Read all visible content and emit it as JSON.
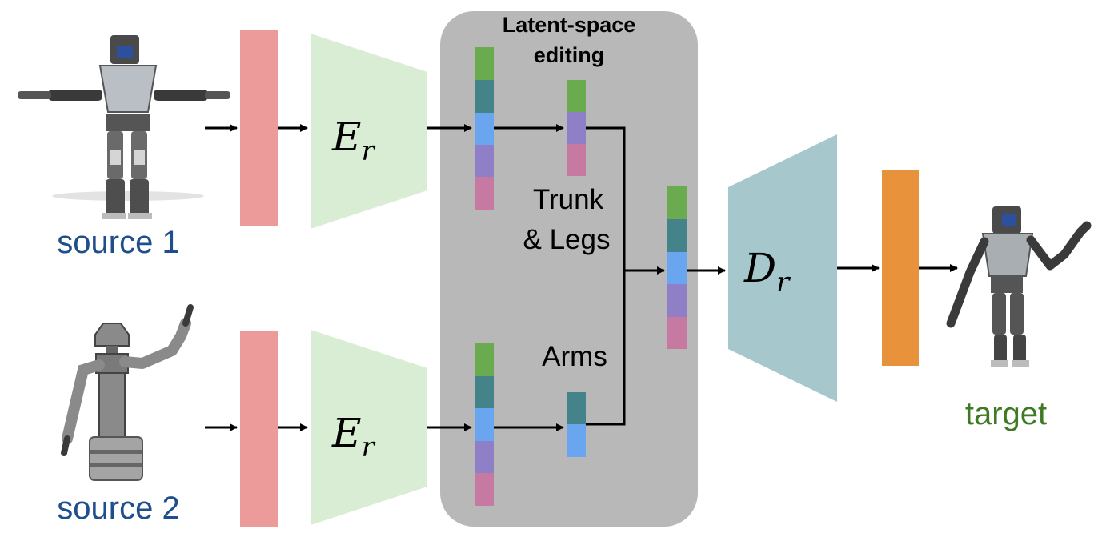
{
  "labels": {
    "source1": "source 1",
    "source2": "source 2",
    "target": "target",
    "latent_title_line1": "Latent-space",
    "latent_title_line2": "editing",
    "trunk_legs_line1": "Trunk",
    "trunk_legs_line2": "& Legs",
    "arms": "Arms"
  },
  "encoder": {
    "symbol": "E",
    "subscript": "r"
  },
  "decoder": {
    "symbol": "D",
    "subscript": "r"
  },
  "colors": {
    "input_bar": "#ec9a9a",
    "encoder": "#d9ecd4",
    "decoder": "#a6c7cb",
    "output_bar": "#e8923c",
    "latent_panel": "#b8b8b8",
    "source_label": "#1f4e8c",
    "target_label": "#3e7a22",
    "seg_green": "#6aab4f",
    "seg_teal": "#45838b",
    "seg_blue": "#6aa6ef",
    "seg_purple": "#8e7fc6",
    "seg_pink": "#c77aa1"
  },
  "icons": {
    "source1": "humanoid-robot-icon",
    "source2": "wheeled-robot-arm-icon",
    "target": "humanoid-robot-waving-icon"
  }
}
